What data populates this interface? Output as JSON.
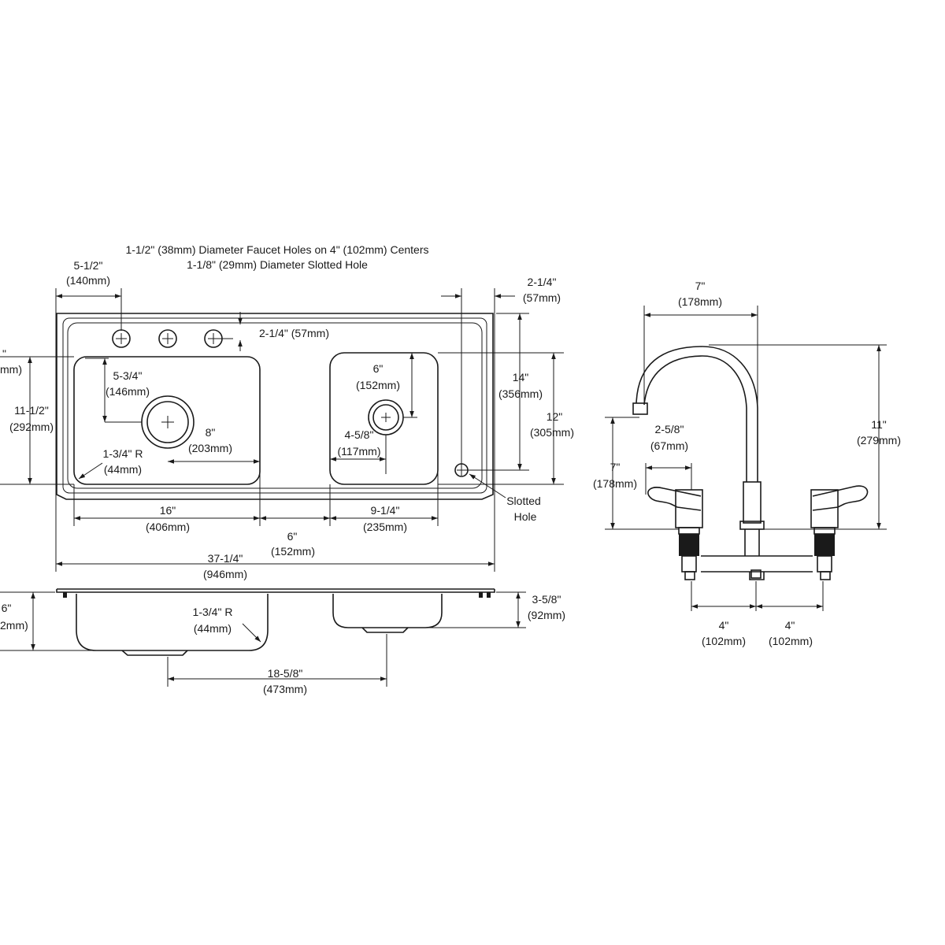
{
  "header": {
    "line1": "1-1/2\" (38mm) Diameter Faucet Holes on 4\" (102mm) Centers",
    "line2": "1-1/8\" (29mm) Diameter Slotted Hole"
  },
  "top_view": {
    "d_5_1_2": "5-1/2\"",
    "d_140mm": "(140mm)",
    "d_2_1_4_top": "2-1/4\"",
    "d_57mm_top": "(57mm)",
    "d_2_1_4_57": "2-1/4\" (57mm)",
    "d_11_1_2": "11-1/2\"",
    "d_292mm": "(292mm)",
    "d_5_3_4": "5-3/4\"",
    "d_146mm": "(146mm)",
    "d_8": "8\"",
    "d_203mm": "(203mm)",
    "d_1_3_4_r": "1-3/4\" R",
    "d_44mm": "(44mm)",
    "d_6_right": "6\"",
    "d_152mm_right": "(152mm)",
    "d_4_5_8": "4-5/8\"",
    "d_117mm": "(117mm)",
    "d_14": "14\"",
    "d_356mm": "(356mm)",
    "d_12": "12\"",
    "d_305mm": "(305mm)",
    "slotted": "Slotted",
    "hole": "Hole",
    "d_16": "16\"",
    "d_406mm": "(406mm)",
    "d_6_mid": "6\"",
    "d_152mm_mid": "(152mm)",
    "d_9_1_4": "9-1/4\"",
    "d_235mm": "(235mm)",
    "d_37_1_4": "37-1/4\"",
    "d_946mm": "(946mm)",
    "edge_upper": "\"",
    "edge_lower": "mm)"
  },
  "side_view": {
    "d_6": "6\"",
    "d_152mm": "2mm)",
    "d_1_3_4_r": "1-3/4\" R",
    "d_44mm": "(44mm)",
    "d_3_5_8": "3-5/8\"",
    "d_92mm": "(92mm)",
    "d_18_5_8": "18-5/8\"",
    "d_473mm": "(473mm)"
  },
  "faucet": {
    "d_7_top": "7\"",
    "d_178mm_top": "(178mm)",
    "d_11": "11\"",
    "d_279mm": "(279mm)",
    "d_2_5_8": "2-5/8\"",
    "d_67mm": "(67mm)",
    "d_7_left": "7\"",
    "d_178mm_left": "(178mm)",
    "d_4_a": "4\"",
    "d_102mm_a": "(102mm)",
    "d_4_b": "4\"",
    "d_102mm_b": "(102mm)"
  }
}
